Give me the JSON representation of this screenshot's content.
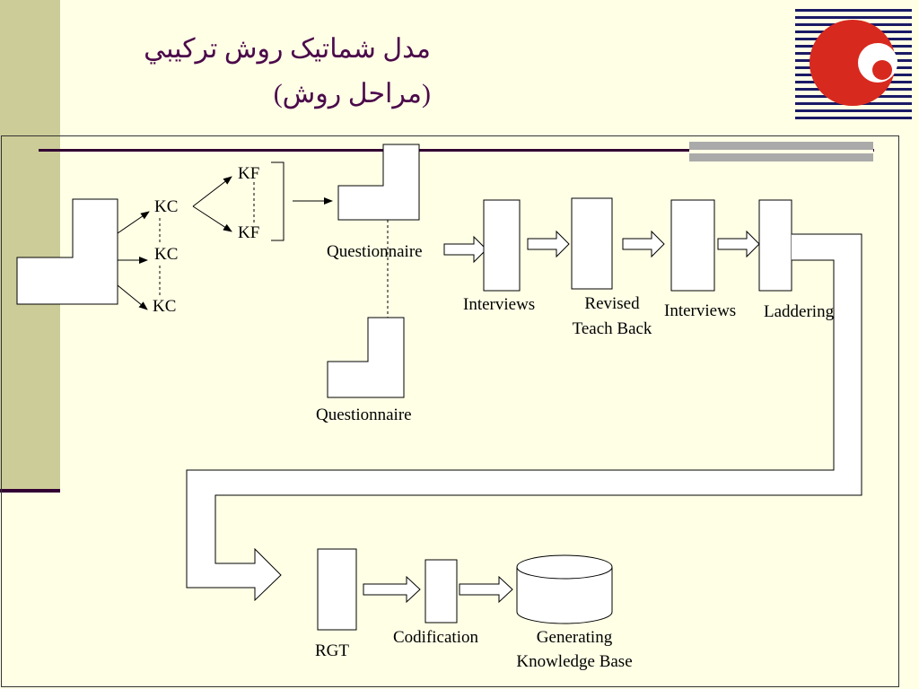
{
  "title": {
    "line1": "مدل شماتيک روش ترکيبي",
    "line2": "(مراحل روش)"
  },
  "colors": {
    "background": "#ffffe6",
    "side_band": "#cccc99",
    "title_text": "#4b0a4b",
    "rule": "#330033",
    "logo_red": "#d8291f",
    "logo_stripes": "#1a1a66"
  },
  "diagram": {
    "kc_labels": [
      "KC",
      "KC",
      "KC"
    ],
    "kf_labels": [
      "KF",
      "KF"
    ],
    "questionnaire_top": "Questionnaire",
    "questionnaire_bottom": "Questionnaire",
    "interviews_1": "Interviews",
    "revised_teach_back": [
      "Revised",
      "Teach Back"
    ],
    "interviews_2": "Interviews",
    "laddering": "Laddering",
    "rgt": "RGT",
    "codification": "Codification",
    "generating_kb": [
      "Generating",
      "Knowledge Base"
    ]
  }
}
